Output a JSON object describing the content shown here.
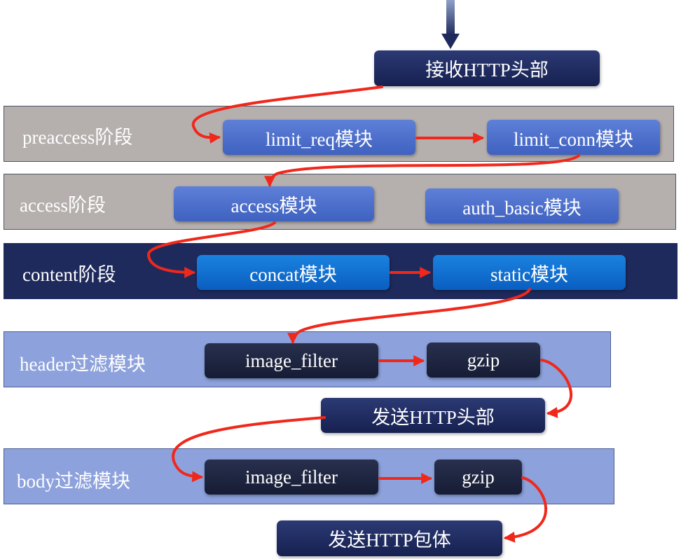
{
  "colors": {
    "arrow": "#f0281c",
    "band_gray": "#b5b0ae",
    "band_navy": "#1f2a5c",
    "band_blue": "#8da2dc",
    "box_dark": "#1f2b60",
    "box_mid": "#4e70cc",
    "box_bright": "#1070d0",
    "box_black": "#1e2540"
  },
  "steps": {
    "receive_header": "接收HTTP头部",
    "send_header": "发送HTTP头部",
    "send_body": "发送HTTP包体"
  },
  "phases": {
    "preaccess": {
      "label": "preaccess阶段",
      "modules": [
        "limit_req模块",
        "limit_conn模块"
      ]
    },
    "access": {
      "label": "access阶段",
      "modules": [
        "access模块",
        "auth_basic模块"
      ]
    },
    "content": {
      "label": "content阶段",
      "modules": [
        "concat模块",
        "static模块"
      ]
    },
    "header_filter": {
      "label": "header过滤模块",
      "modules": [
        "image_filter",
        "gzip"
      ]
    },
    "body_filter": {
      "label": "body过滤模块",
      "modules": [
        "image_filter",
        "gzip"
      ]
    }
  }
}
